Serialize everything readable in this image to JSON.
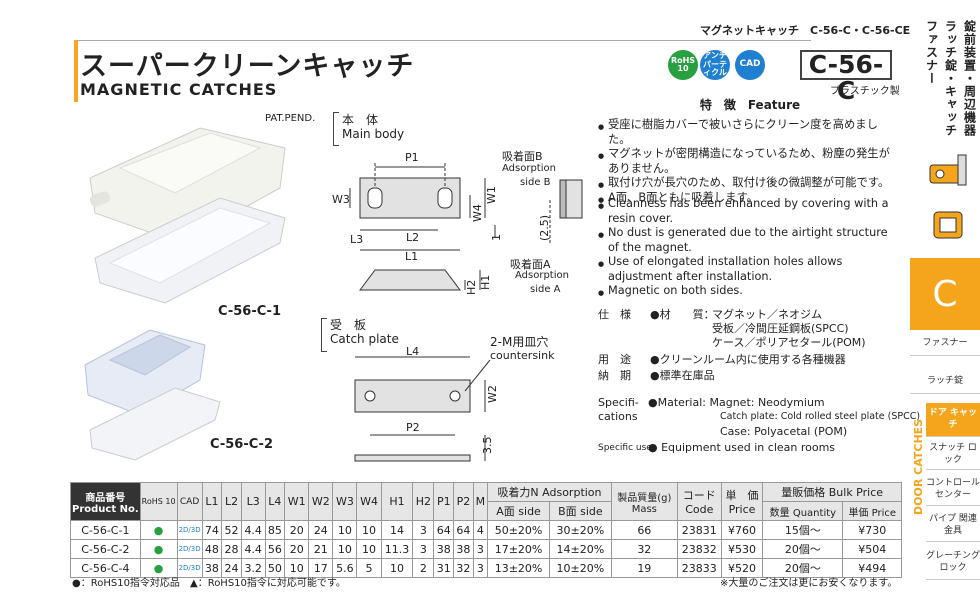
{
  "header": {
    "series": "マグネットキャッチ　C-56-C・C-56-CE",
    "title_jp": "スーパークリーンキャッチ",
    "title_en": "MAGNETIC  CATCHES",
    "model": "C-56-C",
    "material_note": "プラスチック製",
    "badges": {
      "rohs": "RoHS 10",
      "anti": "アンチ パーティクル",
      "cad": "CAD"
    }
  },
  "side_nav": {
    "vertical_title": [
      "ファスナー",
      "ラッチ錠・キャッチ",
      "錠前装置・周辺機器"
    ],
    "letter": "C",
    "category_vertical": "DOOR CATCHES",
    "items": [
      {
        "label": "ファスナー"
      },
      {
        "label": "ラッチ錠"
      },
      {
        "label": "ドア キャッチ",
        "active": true
      },
      {
        "label": "スナッチ ロック"
      },
      {
        "label": "コントロール センター"
      },
      {
        "label": "パイプ 関連金具"
      },
      {
        "label": "グレーチング ロック"
      }
    ]
  },
  "product": {
    "patent": "PAT.PEND.",
    "label1": "C-56-C-1",
    "label2": "C-56-C-2"
  },
  "diagram": {
    "main_body_jp": "本　体",
    "main_body_en": "Main body",
    "catch_plate_jp": "受　板",
    "catch_plate_en": "Catch plate",
    "adsorption_b_jp": "吸着面B",
    "adsorption_b_en1": "Adsorption",
    "adsorption_b_en2": "side B",
    "adsorption_a_jp": "吸着面A",
    "adsorption_a_en1": "Adsorption",
    "adsorption_a_en2": "side A",
    "countersink_jp": "2-M用皿穴",
    "countersink_en": "countersink",
    "dims": {
      "p1": "P1",
      "w3": "W3",
      "w4": "W4",
      "w1": "W1",
      "l3": "L3",
      "l2": "L2",
      "l1": "L1",
      "h2": "H2",
      "h1": "H1",
      "d25": "(2.5)",
      "one": "1",
      "l4": "L4",
      "w2": "W2",
      "p2": "P2",
      "d35": "3.5"
    }
  },
  "features": {
    "title": "特　徴　Feature",
    "jp": [
      "受座に樹脂カバーで被いさらにクリーン度を高めました。",
      "マグネットが密閉構造になっているため、粉塵の発生がありません。",
      "取付け穴が長穴のため、取付け後の微調整が可能です。",
      "A面、B面ともに吸着します。"
    ],
    "en": [
      "Cleanness has been enhanced by covering with a resin cover.",
      "No dust is generated due to the airtight structure of the magnet.",
      "Use of elongated installation holes allows adjustment after installation.",
      "Magnetic on both sides."
    ]
  },
  "specs": {
    "spec_label": "仕　様",
    "material_label": "●材　　質：",
    "material_lines": [
      "マグネット／ネオジム",
      "受板／冷間圧延鋼板(SPCC)",
      "ケース／ポリアセタール(POM)"
    ],
    "use_label": "用　途",
    "use_value": "●クリーンルーム内に使用する各種機器",
    "delivery_label": "納　期",
    "delivery_value": "●標準在庫品",
    "spec_en_label1": "Specifi-",
    "spec_en_label2": "cations",
    "material_en": "●Material: Magnet: Neodymium",
    "catch_plate_en": "Catch plate: Cold rolled steel plate (SPCC)",
    "case_en": "Case: Polyacetal (POM)",
    "use_en_label": "Specific use",
    "use_en_value": "● Equipment used in clean rooms"
  },
  "table": {
    "headers": {
      "product_jp": "商品番号",
      "product_en": "Product No.",
      "rohs": "RoHS 10",
      "cad": "CAD",
      "cols": [
        "L1",
        "L2",
        "L3",
        "L4",
        "W1",
        "W2",
        "W3",
        "W4",
        "H1",
        "H2",
        "P1",
        "P2",
        "M"
      ],
      "force": "吸着力N  Adsorption",
      "force_a": "A面 side",
      "force_b": "B面 side",
      "mass_jp": "製品質量(g)",
      "mass_en": "Mass",
      "code_jp": "コード",
      "code_en": "Code",
      "price_jp": "単　価",
      "price_en": "Price",
      "bulk": "量販価格 Bulk Price",
      "bulk_qty": "数量 Quantity",
      "bulk_price": "単価 Price"
    },
    "rows": [
      {
        "no": "C-56-C-1",
        "cad": "2D/3D",
        "vals": [
          "74",
          "52",
          "4.4",
          "85",
          "20",
          "24",
          "10",
          "10",
          "14",
          "3",
          "64",
          "64",
          "4"
        ],
        "a": "50±20%",
        "b": "30±20%",
        "mass": "66",
        "code": "23831",
        "price": "¥760",
        "qty": "15個～",
        "bulk": "¥730"
      },
      {
        "no": "C-56-C-2",
        "cad": "2D/3D",
        "vals": [
          "48",
          "28",
          "4.4",
          "56",
          "20",
          "21",
          "10",
          "10",
          "11.3",
          "3",
          "38",
          "38",
          "3"
        ],
        "a": "17±20%",
        "b": "14±20%",
        "mass": "32",
        "code": "23832",
        "price": "¥530",
        "qty": "20個～",
        "bulk": "¥504"
      },
      {
        "no": "C-56-C-4",
        "cad": "2D/3D",
        "vals": [
          "38",
          "24",
          "3.2",
          "50",
          "10",
          "17",
          "5.6",
          "5",
          "10",
          "2",
          "31",
          "32",
          "3"
        ],
        "a": "13±20%",
        "b": "10±20%",
        "mass": "19",
        "code": "23833",
        "price": "¥520",
        "qty": "20個～",
        "bulk": "¥494"
      }
    ]
  },
  "footer": {
    "legend1": "●：RoHS10指令対応品",
    "legend2": "▲：RoHS10指令に対応可能です。",
    "note": "※大量のご注文は更にお安くなります。"
  },
  "colors": {
    "accent": "#f4a51c",
    "green": "#27a040",
    "blue": "#1f7fd0"
  }
}
